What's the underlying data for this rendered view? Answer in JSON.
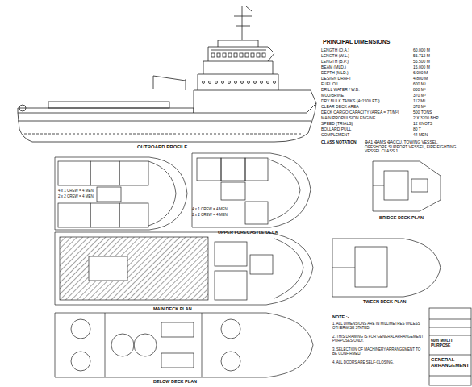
{
  "diagram": {
    "labels": [
      "PRINCIPAL DIMENSIONS",
      "LENGTH (O.A.)",
      "LENGTH (W.L.)",
      "LENGTH (B.P.)",
      "BEAM (MLD.)",
      "DEPTH (MLD.)",
      "DESIGN DRAFT",
      "FUEL OIL",
      "DRILL WATER / W.B.",
      "MUD/BRINE",
      "DRY BULK TANKS (4x1500 FT³)",
      "CLEAR DECK AREA",
      "DECK CARGO CAPACITY (AREA = 7T/M²)",
      "MAIN PROPULSION ENGINE",
      "SPEED (TRIALS)",
      "BOLLARD PULL",
      "COMPLEMENT",
      "60.000 M",
      "56.712 M",
      "55.500 M",
      "15.000 M",
      "6.000 M",
      "4.800 M",
      "600 M³",
      "800 M³",
      "370 M³",
      "112 M³",
      "378 M²",
      "500 TONS",
      "2 X 3200 BHP",
      "12 KNOTS",
      "80 T",
      "44 MEN",
      "CLASS NOTATION",
      "✠A1 ✠AMS ✠ACCU, TOWING VESSEL, OFFSHORE SUPPORT VESSEL, FIRE FIGHTING VESSEL CLASS 1",
      "OUTBOARD PROFILE",
      "UPPER FORECASTLE DECK",
      "BRIDGE DECK PLAN",
      "MAIN DECK PLAN",
      "TWEEN DECK PLAN",
      "BELOW DECK PLAN",
      "4 x 1 CREW = 4 MEN",
      "2 x 2 CREW = 4 MEN",
      "4 x 1 CREW = 4 MEN",
      "2 x 2 CREW = 4 MEN",
      "NOTE :-",
      "1. ALL DIMENSIONS ARE IN MILLIMETRES UNLESS OTHERWISE STATED.",
      "2. THIS DRAWING IS FOR GENERAL ARRANGEMENT PURPOSES ONLY.",
      "3. SELECTION OF MACHINERY ARRANGEMENT TO BE CONFIRMED.",
      "4. ALL DOORS ARE SELF-CLOSING.",
      "60m MULTI PURPOSE",
      "GENERAL ARRANGEMENT"
    ]
  }
}
